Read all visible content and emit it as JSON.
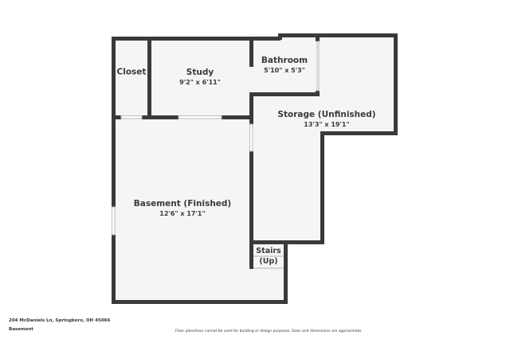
{
  "plan": {
    "colors": {
      "wall": "#3a3a3a",
      "floor": "#f5f5f5",
      "background": "#ffffff",
      "text": "#3a3a3a"
    },
    "rooms": [
      {
        "id": "closet",
        "name": "Closet",
        "dimensions": ""
      },
      {
        "id": "study",
        "name": "Study",
        "dimensions": "9'2\" x 6'11\""
      },
      {
        "id": "bathroom",
        "name": "Bathroom",
        "dimensions": "5'10\" x 5'3\""
      },
      {
        "id": "storage",
        "name": "Storage (Unfinished)",
        "dimensions": "13'3\" x 19'1\""
      },
      {
        "id": "basement",
        "name": "Basement (Finished)",
        "dimensions": "12'6\" x 17'1\""
      },
      {
        "id": "stairs",
        "name": "Stairs",
        "direction": "(Up)"
      }
    ]
  },
  "footer": {
    "address": "204 McDaniels Ln, Springboro, OH 45066",
    "level": "Basement",
    "disclaimer": "Floor plans/tour cannot be used for building or design purposes. Sizes and dimensions are approximate."
  }
}
